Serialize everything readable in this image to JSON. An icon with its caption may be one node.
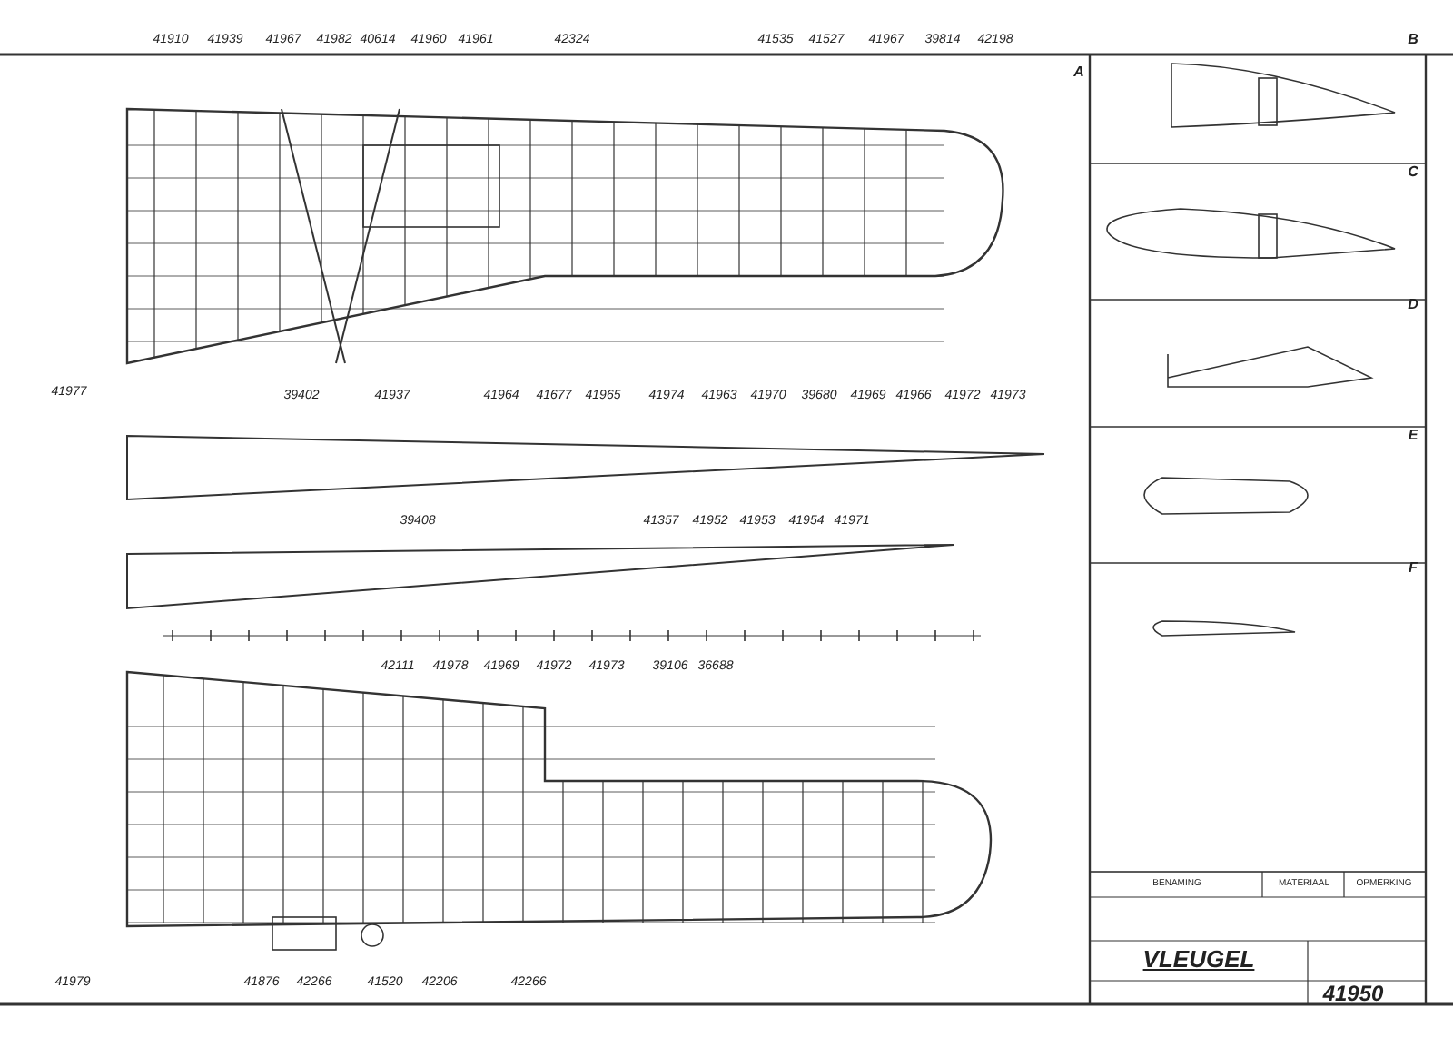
{
  "diagram": {
    "labels": [
      "41910",
      "41939",
      "41967",
      "41982",
      "40614",
      "41960",
      "41961",
      "42324",
      "41535",
      "41527",
      "41967",
      "39814",
      "42198",
      "41977",
      "39402",
      "41937",
      "41964",
      "41677",
      "41965",
      "41974",
      "41963",
      "41970",
      "39680",
      "41969",
      "41966",
      "41972",
      "41973",
      "39408",
      "41357",
      "41952",
      "41953",
      "41954",
      "41971",
      "42111",
      "41978",
      "41969",
      "41972",
      "41973",
      "39106",
      "36688",
      "41979",
      "41876",
      "42266",
      "41520",
      "42206",
      "42266",
      "A",
      "B",
      "C",
      "D",
      "E",
      "F",
      "BENAMING",
      "MATERIAAL",
      "OPMERKING",
      "VLEUGEL",
      "41950"
    ]
  }
}
